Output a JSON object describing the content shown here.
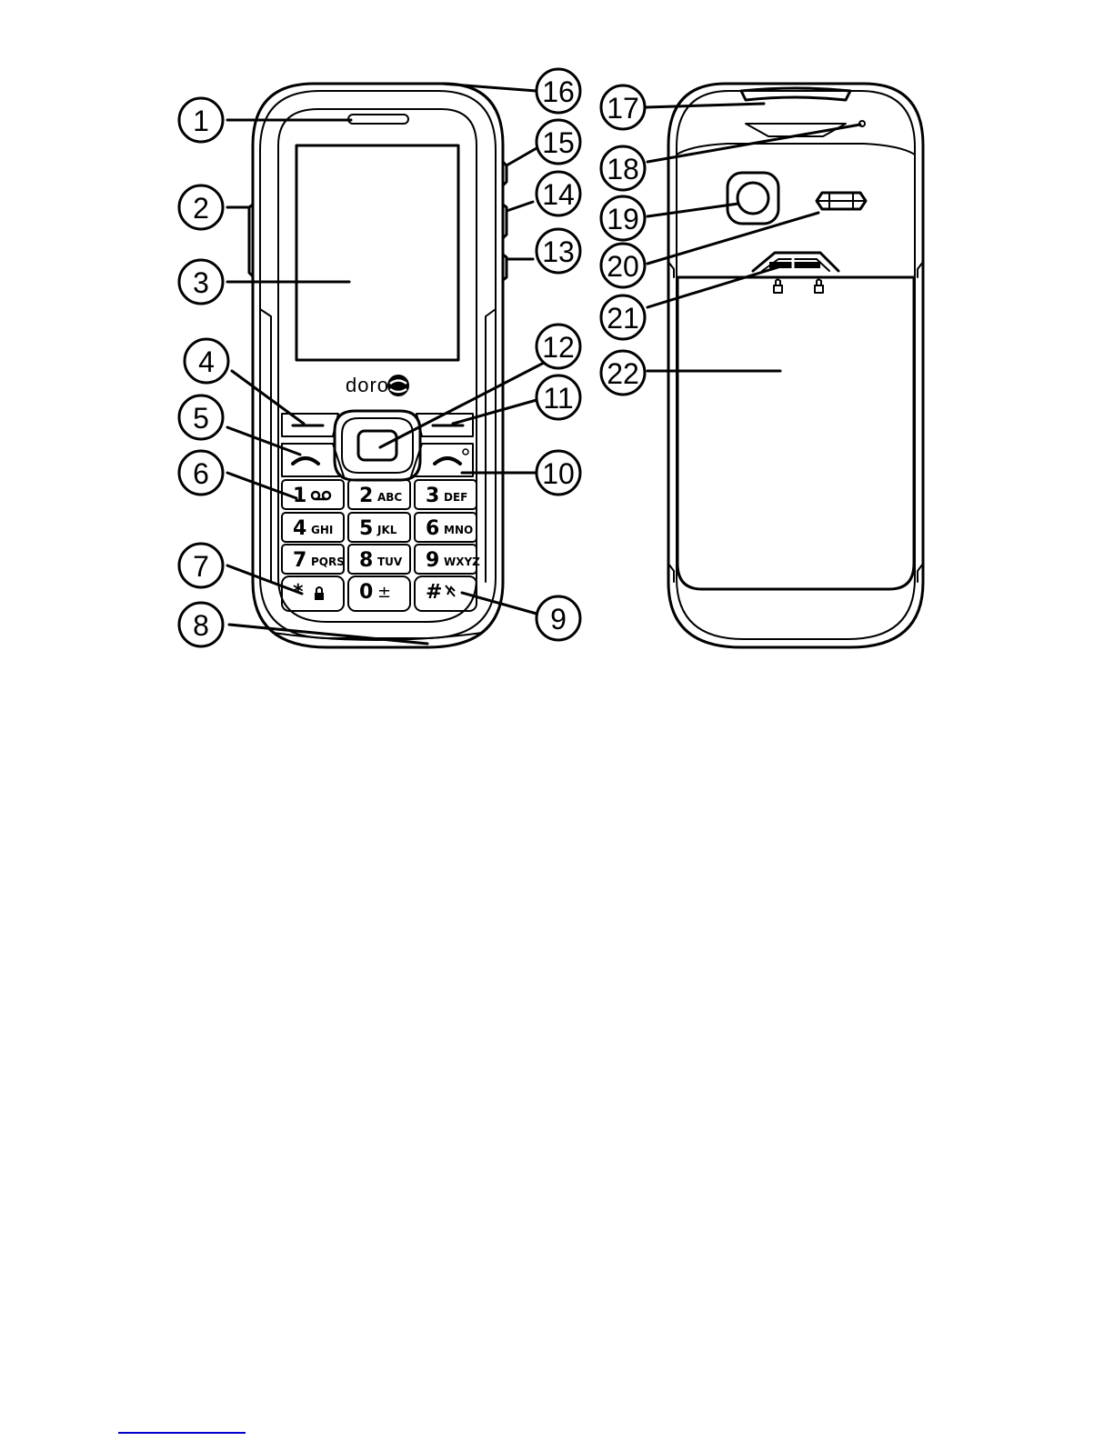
{
  "brand": {
    "logo_text": "doro"
  },
  "keypad": [
    {
      "digit": "1",
      "letters": "",
      "icon": "voicemail-icon"
    },
    {
      "digit": "2",
      "letters": "ABC"
    },
    {
      "digit": "3",
      "letters": "DEF"
    },
    {
      "digit": "4",
      "letters": "GHI"
    },
    {
      "digit": "5",
      "letters": "JKL"
    },
    {
      "digit": "6",
      "letters": "MNO"
    },
    {
      "digit": "7",
      "letters": "PQRS"
    },
    {
      "digit": "8",
      "letters": "TUV"
    },
    {
      "digit": "9",
      "letters": "WXYZ"
    },
    {
      "digit": "*",
      "letters": "",
      "icon": "lock-icon"
    },
    {
      "digit": "0",
      "letters": "±"
    },
    {
      "digit": "#",
      "letters": "",
      "icon": "silent-icon"
    }
  ],
  "callouts": [
    "1",
    "2",
    "3",
    "4",
    "5",
    "6",
    "7",
    "8",
    "9",
    "10",
    "11",
    "12",
    "13",
    "14",
    "15",
    "16",
    "17",
    "18",
    "19",
    "20",
    "21",
    "22"
  ]
}
